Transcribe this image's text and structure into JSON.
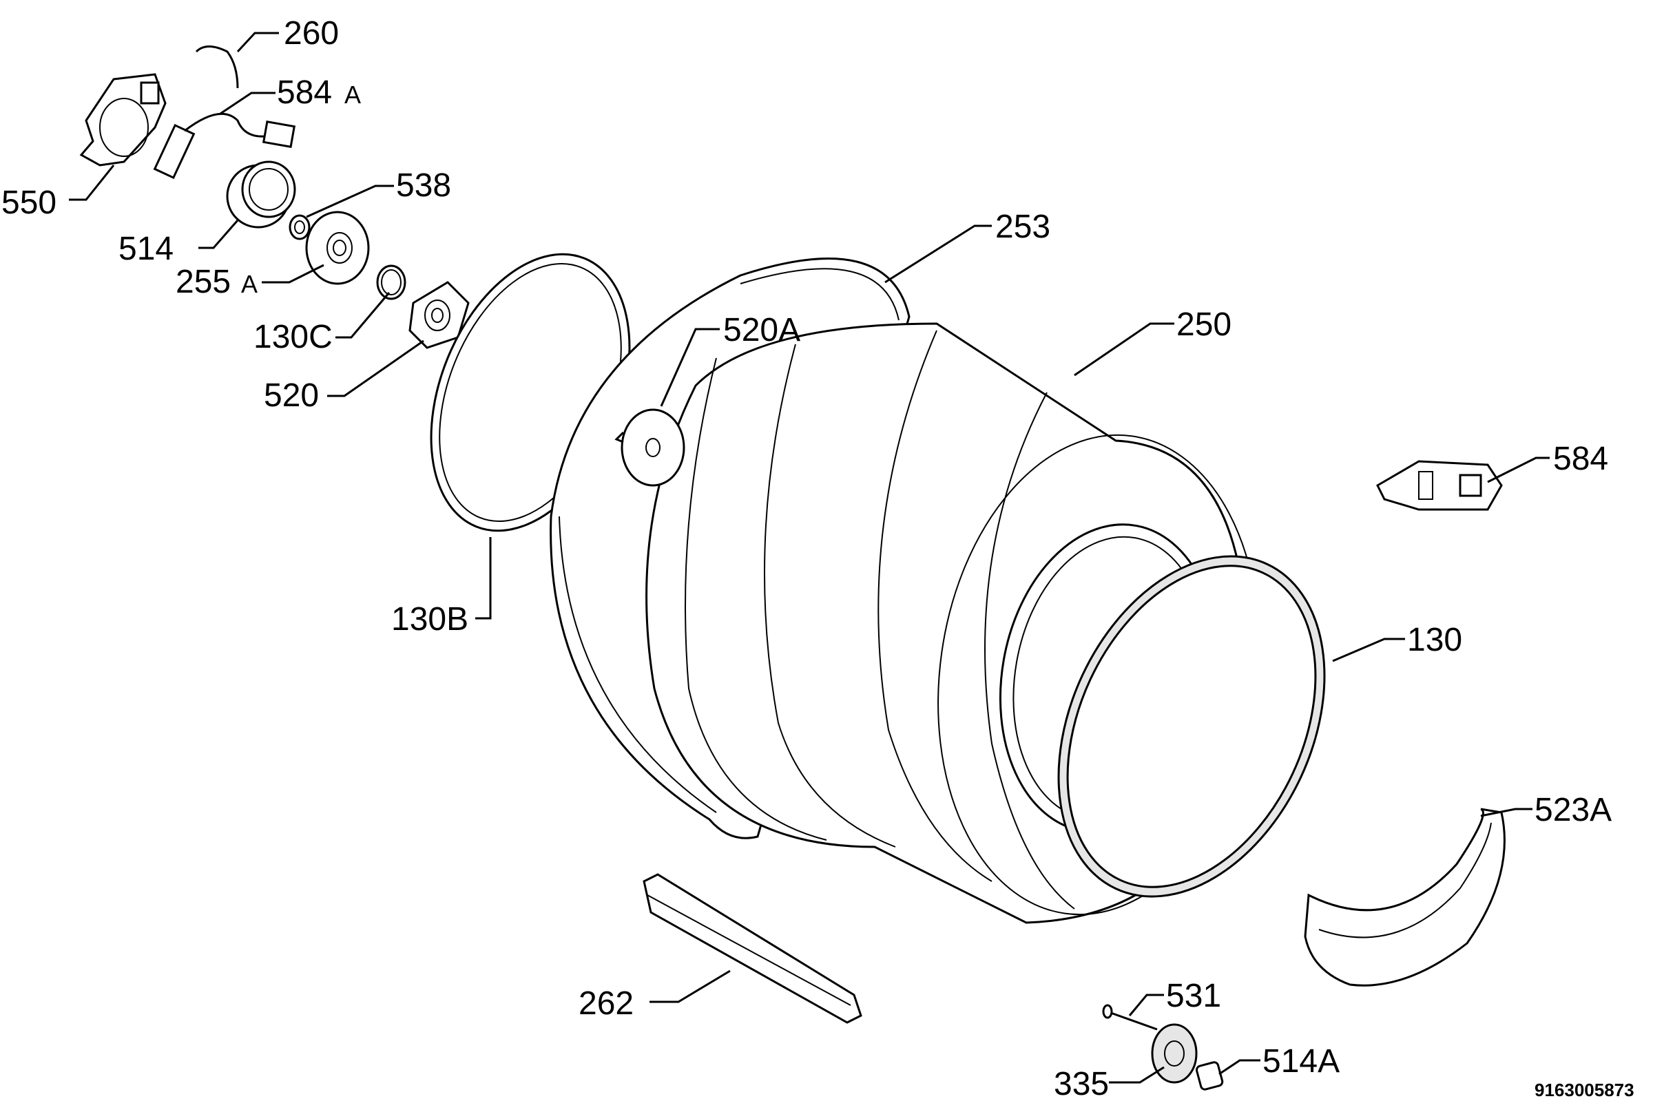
{
  "diagram": {
    "labels": {
      "p260": "260",
      "p584a": "584",
      "p584a_suffix": "A",
      "p550": "550",
      "p538": "538",
      "p514": "514",
      "p255a": "255",
      "p255a_suffix": "A",
      "p130c": "130C",
      "p520": "520",
      "p253": "253",
      "p520a": "520A",
      "p250": "250",
      "p584": "584",
      "p130b": "130B",
      "p130": "130",
      "p523a": "523A",
      "p262": "262",
      "p531": "531",
      "p335": "335",
      "p514a": "514A"
    },
    "drawing_code": "9163005873"
  }
}
